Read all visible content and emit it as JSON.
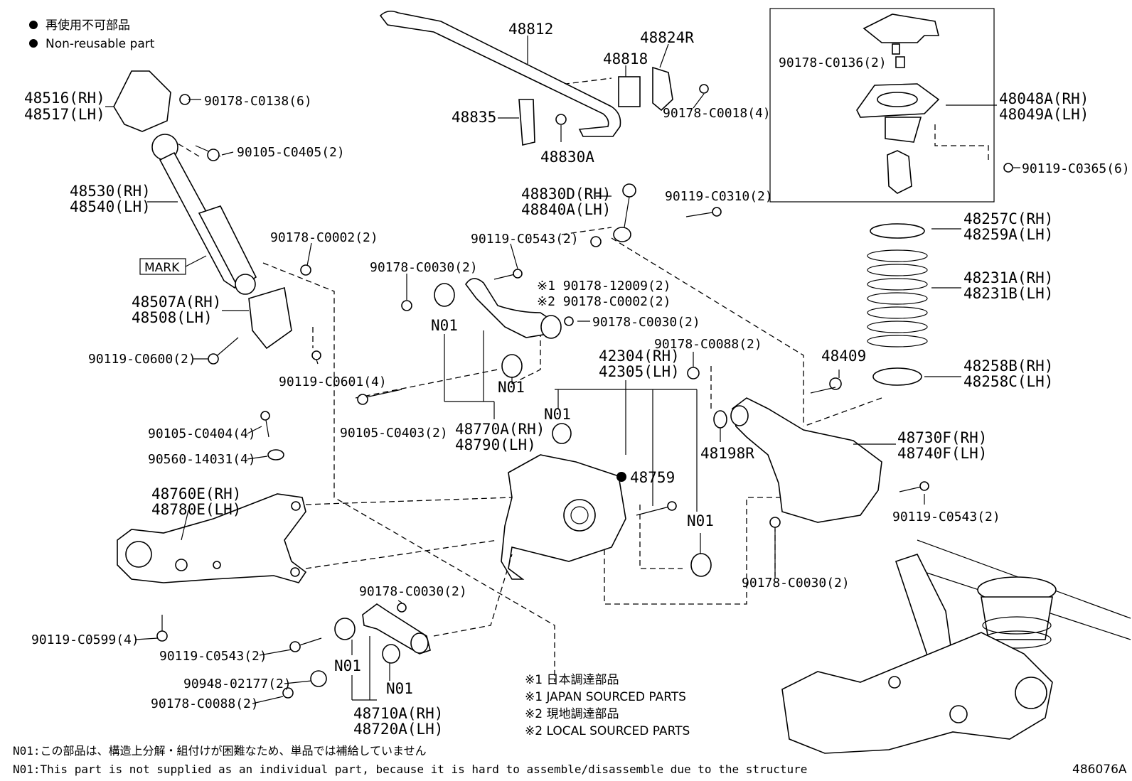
{
  "legend": {
    "jp": "再使用不可部品",
    "en": "Non-reusable part"
  },
  "labels": {
    "p48812": "48812",
    "p48824R": "48824R",
    "p48818": "48818",
    "p48835": "48835",
    "p48830A": "48830A",
    "c0018": "90178-C0018(4)",
    "p48516": "48516(RH)",
    "p48517": "48517(LH)",
    "c0138": "90178-C0138(6)",
    "c0405": "90105-C0405(2)",
    "p48530": "48530(RH)",
    "p48540": "48540(LH)",
    "mark": "MARK",
    "c0002": "90178-C0002(2)",
    "p48507": "48507A(RH)",
    "p48508": "48508(LH)",
    "c0600": "90119-C0600(2)",
    "c0601": "90119-C0601(4)",
    "c0030a": "90178-C0030(2)",
    "c0543a": "90119-C0543(2)",
    "n01a": "N01",
    "n01b": "N01",
    "c0403": "90105-C0403(2)",
    "p48770": "48770A(RH)",
    "p48790": "48790(LH)",
    "c12009": "※1 90178-12009(2)",
    "c0002b": "※2 90178-C0002(2)",
    "c0030b": "90178-C0030(2)",
    "p48830D": "48830D(RH)",
    "p48840A": "48840A(LH)",
    "c0310": "90119-C0310(2)",
    "c0136": "90178-C0136(2)",
    "p48048": "48048A(RH)",
    "p48049": "48049A(LH)",
    "c0365": "90119-C0365(6)",
    "p48257": "48257C(RH)",
    "p48259": "48259A(LH)",
    "p48231a": "48231A(RH)",
    "p48231b": "48231B(LH)",
    "p48258b": "48258B(RH)",
    "p48258c": "48258C(LH)",
    "p48409": "48409",
    "c0088a": "90178-C0088(2)",
    "p42304": "42304(RH)",
    "p42305": "42305(LH)",
    "n01c": "N01",
    "p48198": "48198R",
    "p48730": "48730F(RH)",
    "p48740": "48740F(LH)",
    "p48759": "48759",
    "n01d": "N01",
    "c0543b": "90119-C0543(2)",
    "c0030c": "90178-C0030(2)",
    "c0404": "90105-C0404(4)",
    "w14031": "90560-14031(4)",
    "p48760": "48760E(RH)",
    "p48780": "48780E(LH)",
    "c0599": "90119-C0599(4)",
    "c0030d": "90178-C0030(2)",
    "c0543c": "90119-C0543(2)",
    "n01e": "N01",
    "n01f": "N01",
    "w02177": "90948-02177(2)",
    "c0088b": "90178-C0088(2)",
    "p48710": "48710A(RH)",
    "p48720": "48720A(LH)"
  },
  "notes": {
    "ref1_jp": "※1 日本調達部品",
    "ref1_en": "※1 JAPAN SOURCED PARTS",
    "ref2_jp": "※2 現地調達部品",
    "ref2_en": "※2 LOCAL SOURCED PARTS",
    "n01_jp": "N01:この部品は、構造上分解・組付けが困難なため、単品では補給していません",
    "n01_en": "N01:This part is not supplied as an individual part, because it is hard to assemble/disassemble due to the structure",
    "figure_id": "486076A"
  }
}
